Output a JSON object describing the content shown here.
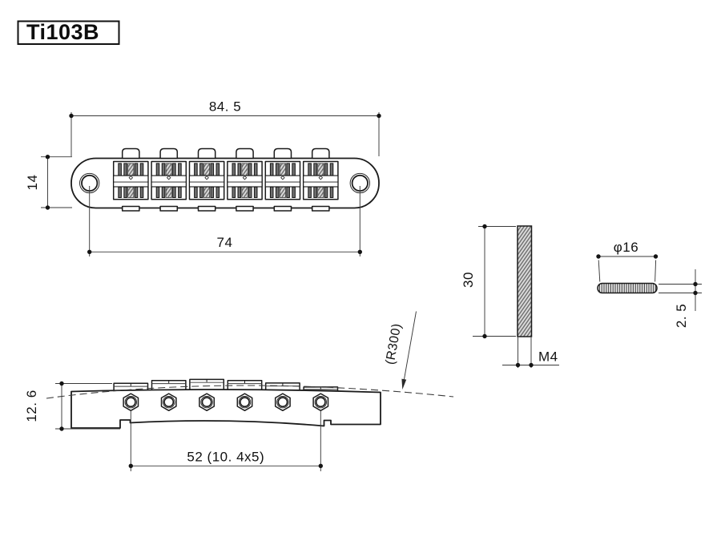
{
  "title": "Ti103B",
  "colors": {
    "line": "#1b1b1b",
    "background": "#ffffff",
    "hatch_fill": "#6f6f6f",
    "dim_line": "#3a3a3a"
  },
  "top_view": {
    "name": "bridge top view",
    "saddle_count": 6,
    "dims": {
      "overall_length": "84. 5",
      "body_width": "14",
      "post_spacing": "74"
    }
  },
  "front_view": {
    "name": "bridge front view",
    "screw_count": 6,
    "dims": {
      "overall_height": "12. 6",
      "string_spread": "52 (10. 4x5)",
      "saddle_radius": "(R300)"
    }
  },
  "stud_view": {
    "name": "mounting stud",
    "dims": {
      "length": "30",
      "thread": "M4"
    }
  },
  "thumbwheel_view": {
    "name": "thumbwheel",
    "dims": {
      "diameter": "φ16",
      "thickness": "2. 5"
    }
  }
}
